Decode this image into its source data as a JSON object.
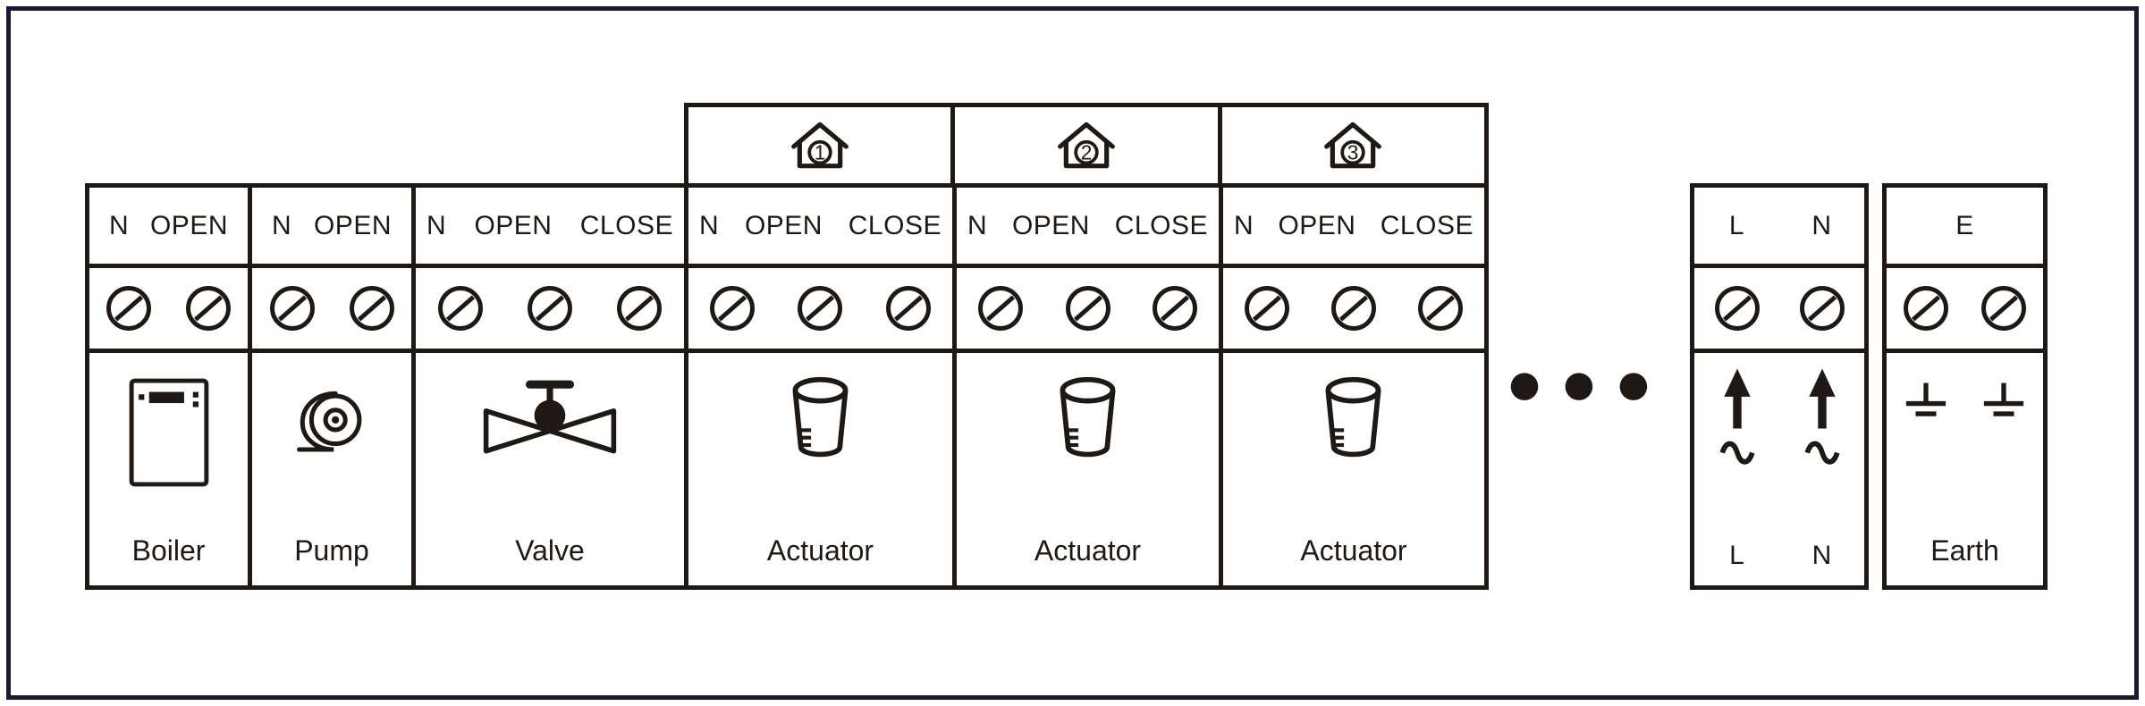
{
  "colors": {
    "ink": "#1e1915",
    "frame": "#191932",
    "background": "#ffffff"
  },
  "blocks": [
    {
      "name": "boiler",
      "label": "Boiler",
      "terminals": [
        "N",
        "OPEN"
      ],
      "icon": "boiler-icon"
    },
    {
      "name": "pump",
      "label": "Pump",
      "terminals": [
        "N",
        "OPEN"
      ],
      "icon": "pump-icon"
    },
    {
      "name": "valve",
      "label": "Valve",
      "terminals": [
        "N",
        "OPEN",
        "CLOSE"
      ],
      "icon": "valve-icon"
    },
    {
      "name": "actuator-1",
      "label": "Actuator",
      "terminals": [
        "N",
        "OPEN",
        "CLOSE"
      ],
      "icon": "actuator-icon",
      "zone": "1"
    },
    {
      "name": "actuator-2",
      "label": "Actuator",
      "terminals": [
        "N",
        "OPEN",
        "CLOSE"
      ],
      "icon": "actuator-icon",
      "zone": "2"
    },
    {
      "name": "actuator-3",
      "label": "Actuator",
      "terminals": [
        "N",
        "OPEN",
        "CLOSE"
      ],
      "icon": "actuator-icon",
      "zone": "3"
    }
  ],
  "continuation_dots": "●●●",
  "mains_block": {
    "top_terminals": [
      "L",
      "N"
    ],
    "bottom_labels": [
      "L",
      "N"
    ],
    "icon": "ac-supply-arrow-icon"
  },
  "earth_block": {
    "top_terminal": "E",
    "label": "Earth",
    "icon": "earth-ground-icon"
  }
}
